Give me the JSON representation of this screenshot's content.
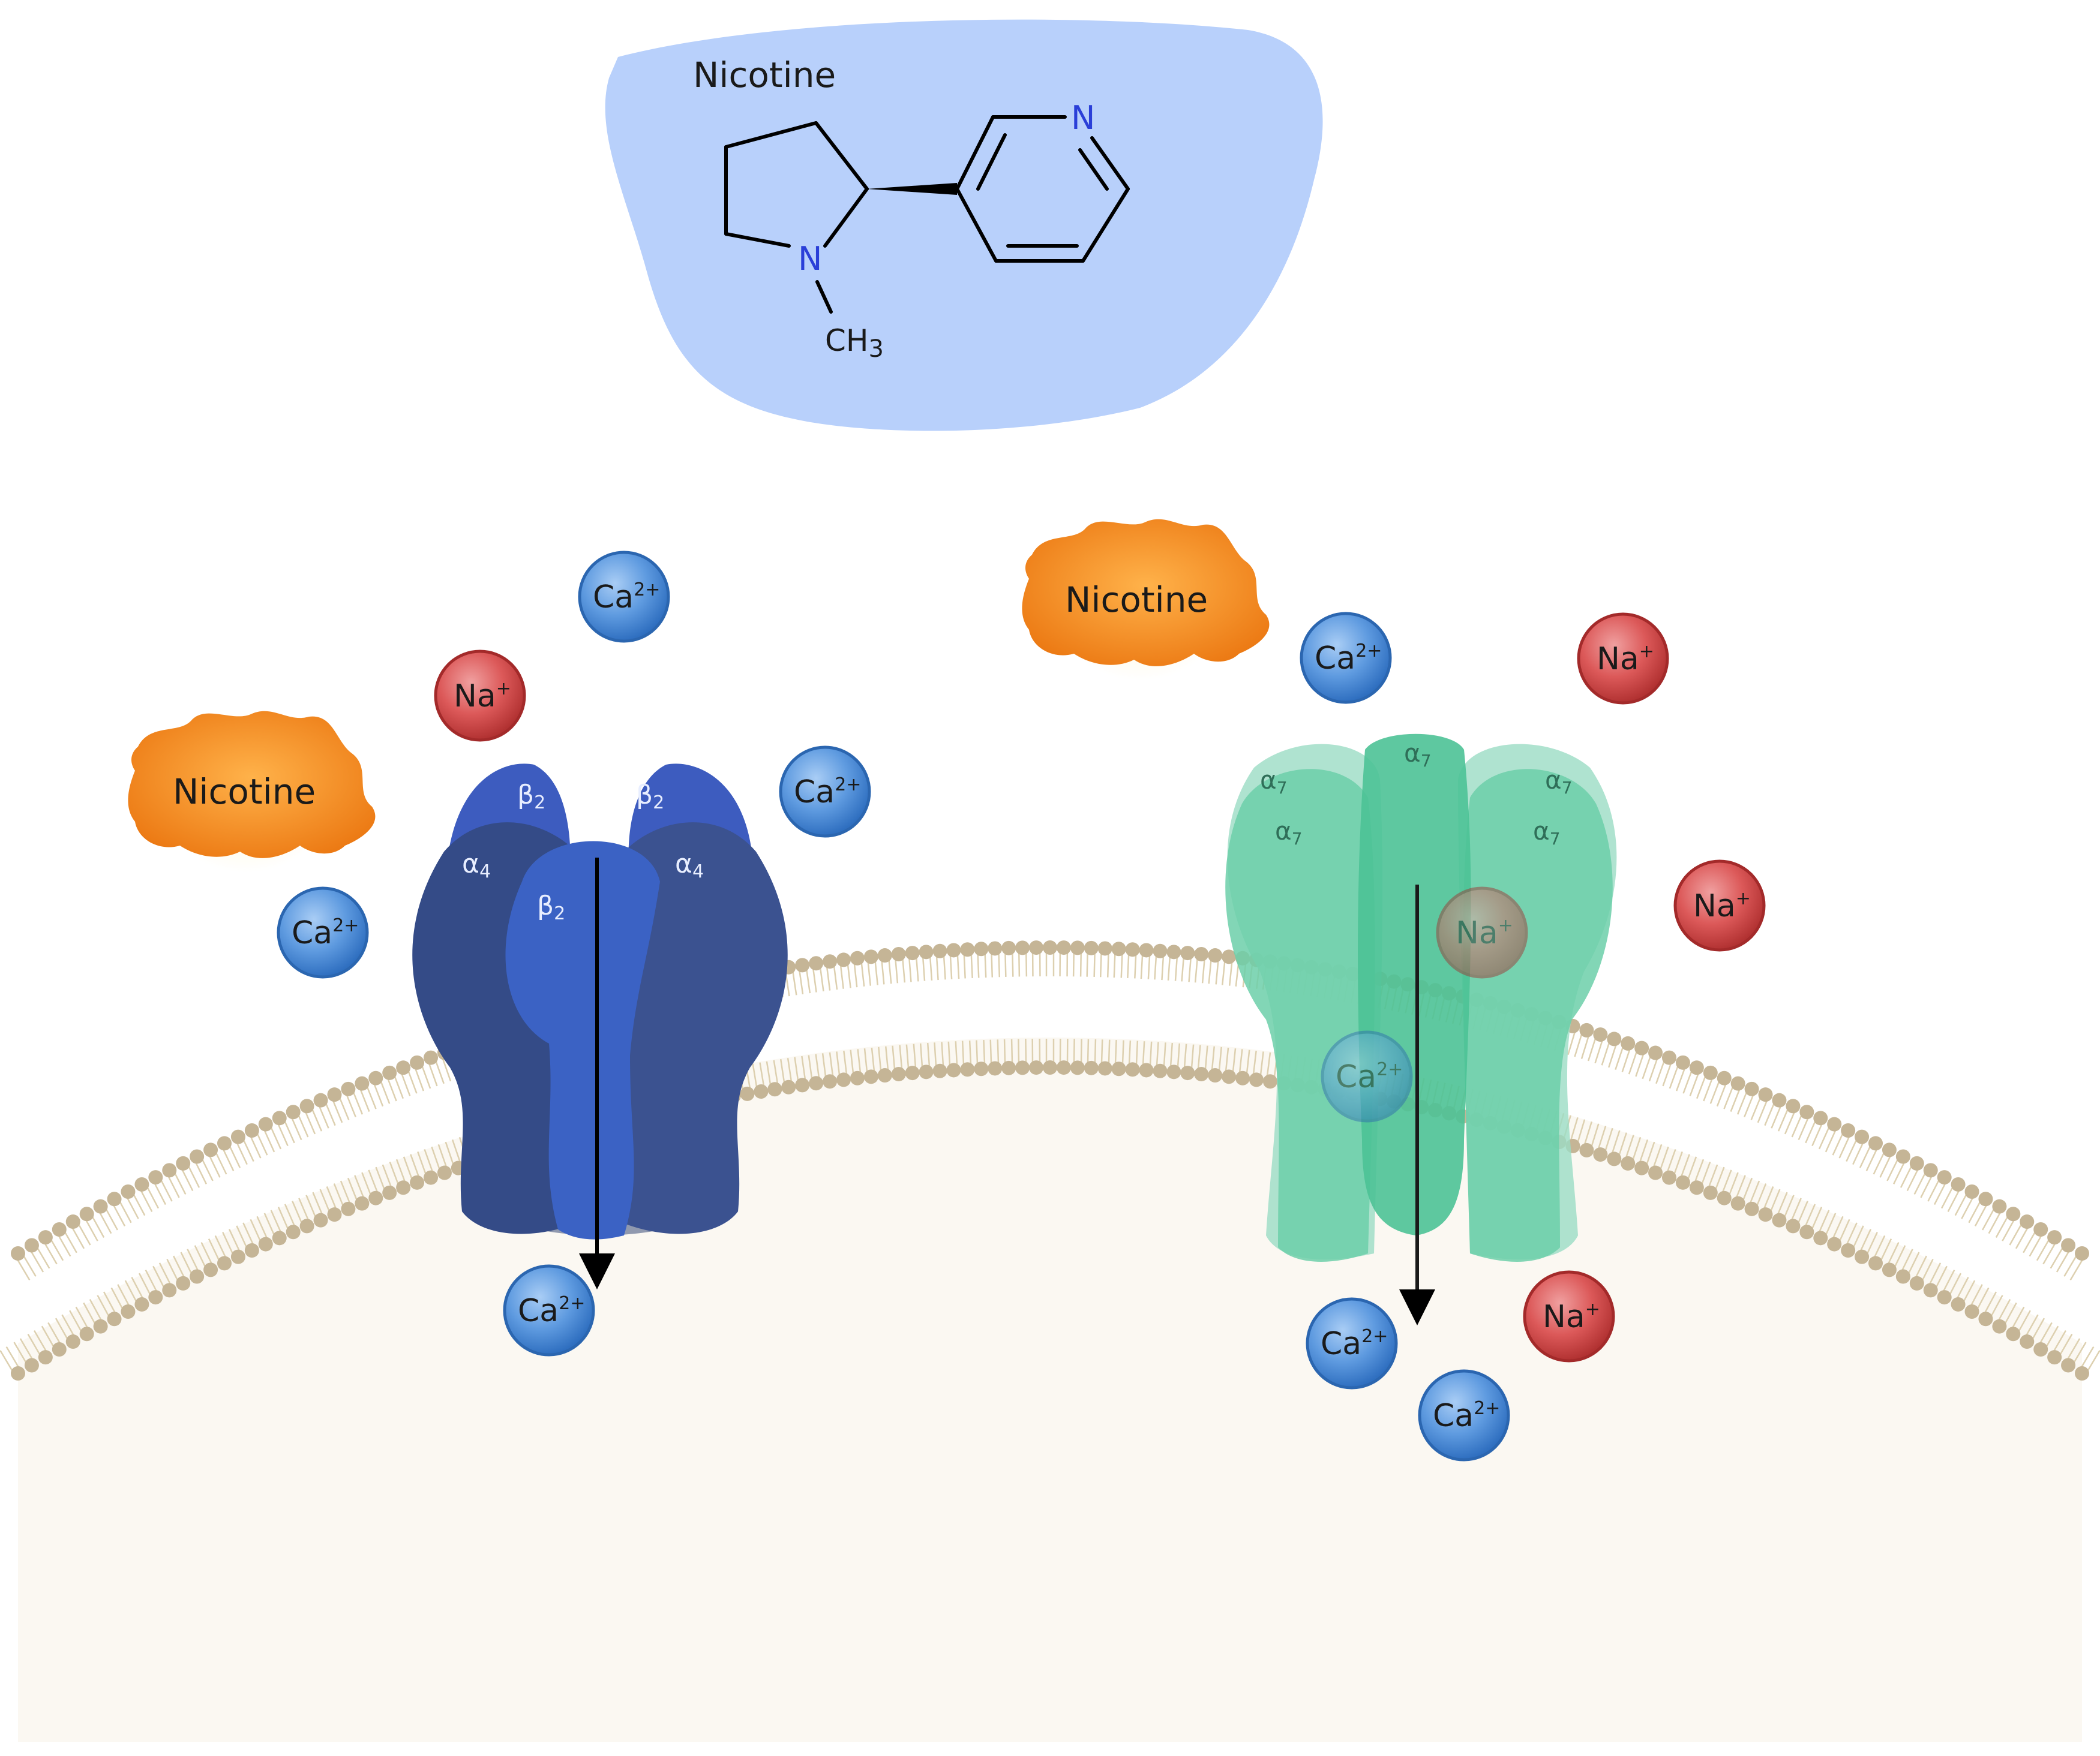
{
  "structure_box": {
    "title": "Nicotine",
    "atom_n_ring": "N",
    "atom_n_pyrrolidine": "N",
    "methyl_group": "CH",
    "methyl_subscript": "3"
  },
  "nicotine_blobs": [
    {
      "label": "Nicotine"
    },
    {
      "label": "Nicotine"
    }
  ],
  "receptors": {
    "alpha4beta2": {
      "subunits": [
        {
          "greek": "β",
          "sub": "2"
        },
        {
          "greek": "β",
          "sub": "2"
        },
        {
          "greek": "α",
          "sub": "4"
        },
        {
          "greek": "α",
          "sub": "4"
        },
        {
          "greek": "β",
          "sub": "2"
        }
      ]
    },
    "alpha7": {
      "subunits": [
        {
          "greek": "α",
          "sub": "7"
        },
        {
          "greek": "α",
          "sub": "7"
        },
        {
          "greek": "α",
          "sub": "7"
        },
        {
          "greek": "α",
          "sub": "7"
        },
        {
          "greek": "α",
          "sub": "7"
        }
      ]
    }
  },
  "ions": [
    {
      "element": "Ca",
      "charge": "2+",
      "kind": "calcium"
    },
    {
      "element": "Na",
      "charge": "+",
      "kind": "sodium"
    },
    {
      "element": "Ca",
      "charge": "2+",
      "kind": "calcium"
    },
    {
      "element": "Ca",
      "charge": "2+",
      "kind": "calcium"
    },
    {
      "element": "Ca",
      "charge": "2+",
      "kind": "calcium"
    },
    {
      "element": "Ca",
      "charge": "2+",
      "kind": "calcium"
    },
    {
      "element": "Na",
      "charge": "+",
      "kind": "sodium"
    },
    {
      "element": "Na",
      "charge": "+",
      "kind": "sodium"
    },
    {
      "element": "Na",
      "charge": "+",
      "kind": "sodium"
    },
    {
      "element": "Ca",
      "charge": "2+",
      "kind": "calcium"
    },
    {
      "element": "Ca",
      "charge": "2+",
      "kind": "calcium"
    },
    {
      "element": "Na",
      "charge": "+",
      "kind": "sodium-in-channel"
    },
    {
      "element": "Ca",
      "charge": "2+",
      "kind": "calcium-in-channel"
    }
  ],
  "colors": {
    "structure_bg": "#b8d0fb",
    "cytoplasm": "#fbf8f2",
    "lipid_head": "#c5b596",
    "lipid_tail": "#ddd0b0",
    "receptor_a4b2_dark": "#344b87",
    "receptor_a4b2_light": "#3b62c4",
    "receptor_a7": "#5fcaa2",
    "calcium": "#4a8ad8",
    "sodium": "#d64a4a",
    "nicotine": "#f08a1e",
    "nitrogen": "#2a3fd8"
  }
}
